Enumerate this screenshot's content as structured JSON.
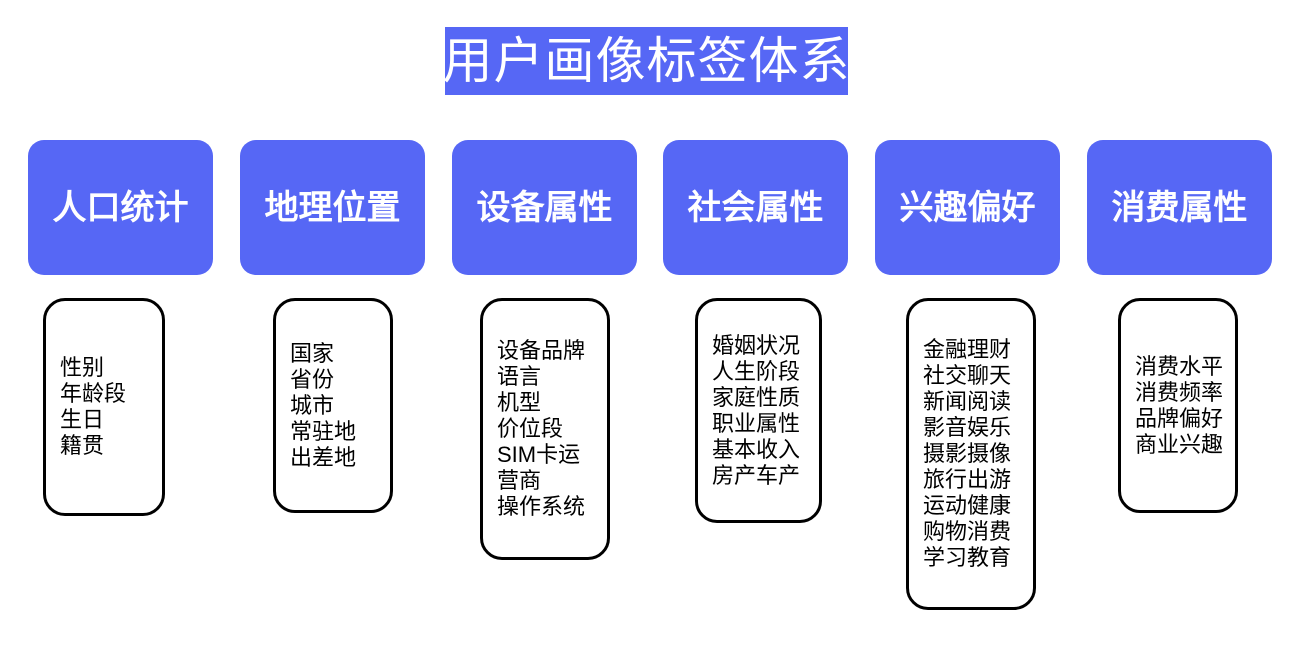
{
  "title": {
    "text": "用户画像标签体系",
    "banner_color": "#5667F5",
    "text_color": "#FFFFFF"
  },
  "theme": {
    "accent": "#5667F5",
    "header_text": "#FFFFFF",
    "body_border": "#000000",
    "body_text": "#000000",
    "background": "#FFFFFF"
  },
  "columns": [
    {
      "header": "人口统计",
      "items": [
        "性别",
        "年龄段",
        "生日",
        "籍贯"
      ]
    },
    {
      "header": "地理位置",
      "items": [
        "国家",
        "省份",
        "城市",
        "常驻地",
        "出差地"
      ]
    },
    {
      "header": "设备属性",
      "items": [
        "设备品牌",
        "语言",
        "机型",
        "价位段",
        "SIM卡运营商",
        "操作系统"
      ]
    },
    {
      "header": "社会属性",
      "items": [
        "婚姻状况",
        "人生阶段",
        "家庭性质",
        "职业属性",
        "基本收入",
        "房产车产"
      ]
    },
    {
      "header": "兴趣偏好",
      "items": [
        "金融理财",
        "社交聊天",
        "新闻阅读",
        "影音娱乐",
        "摄影摄像",
        "旅行出游",
        "运动健康",
        "购物消费",
        "学习教育"
      ]
    },
    {
      "header": "消费属性",
      "items": [
        "消费水平",
        "消费频率",
        "品牌偏好",
        "商业兴趣"
      ]
    }
  ]
}
